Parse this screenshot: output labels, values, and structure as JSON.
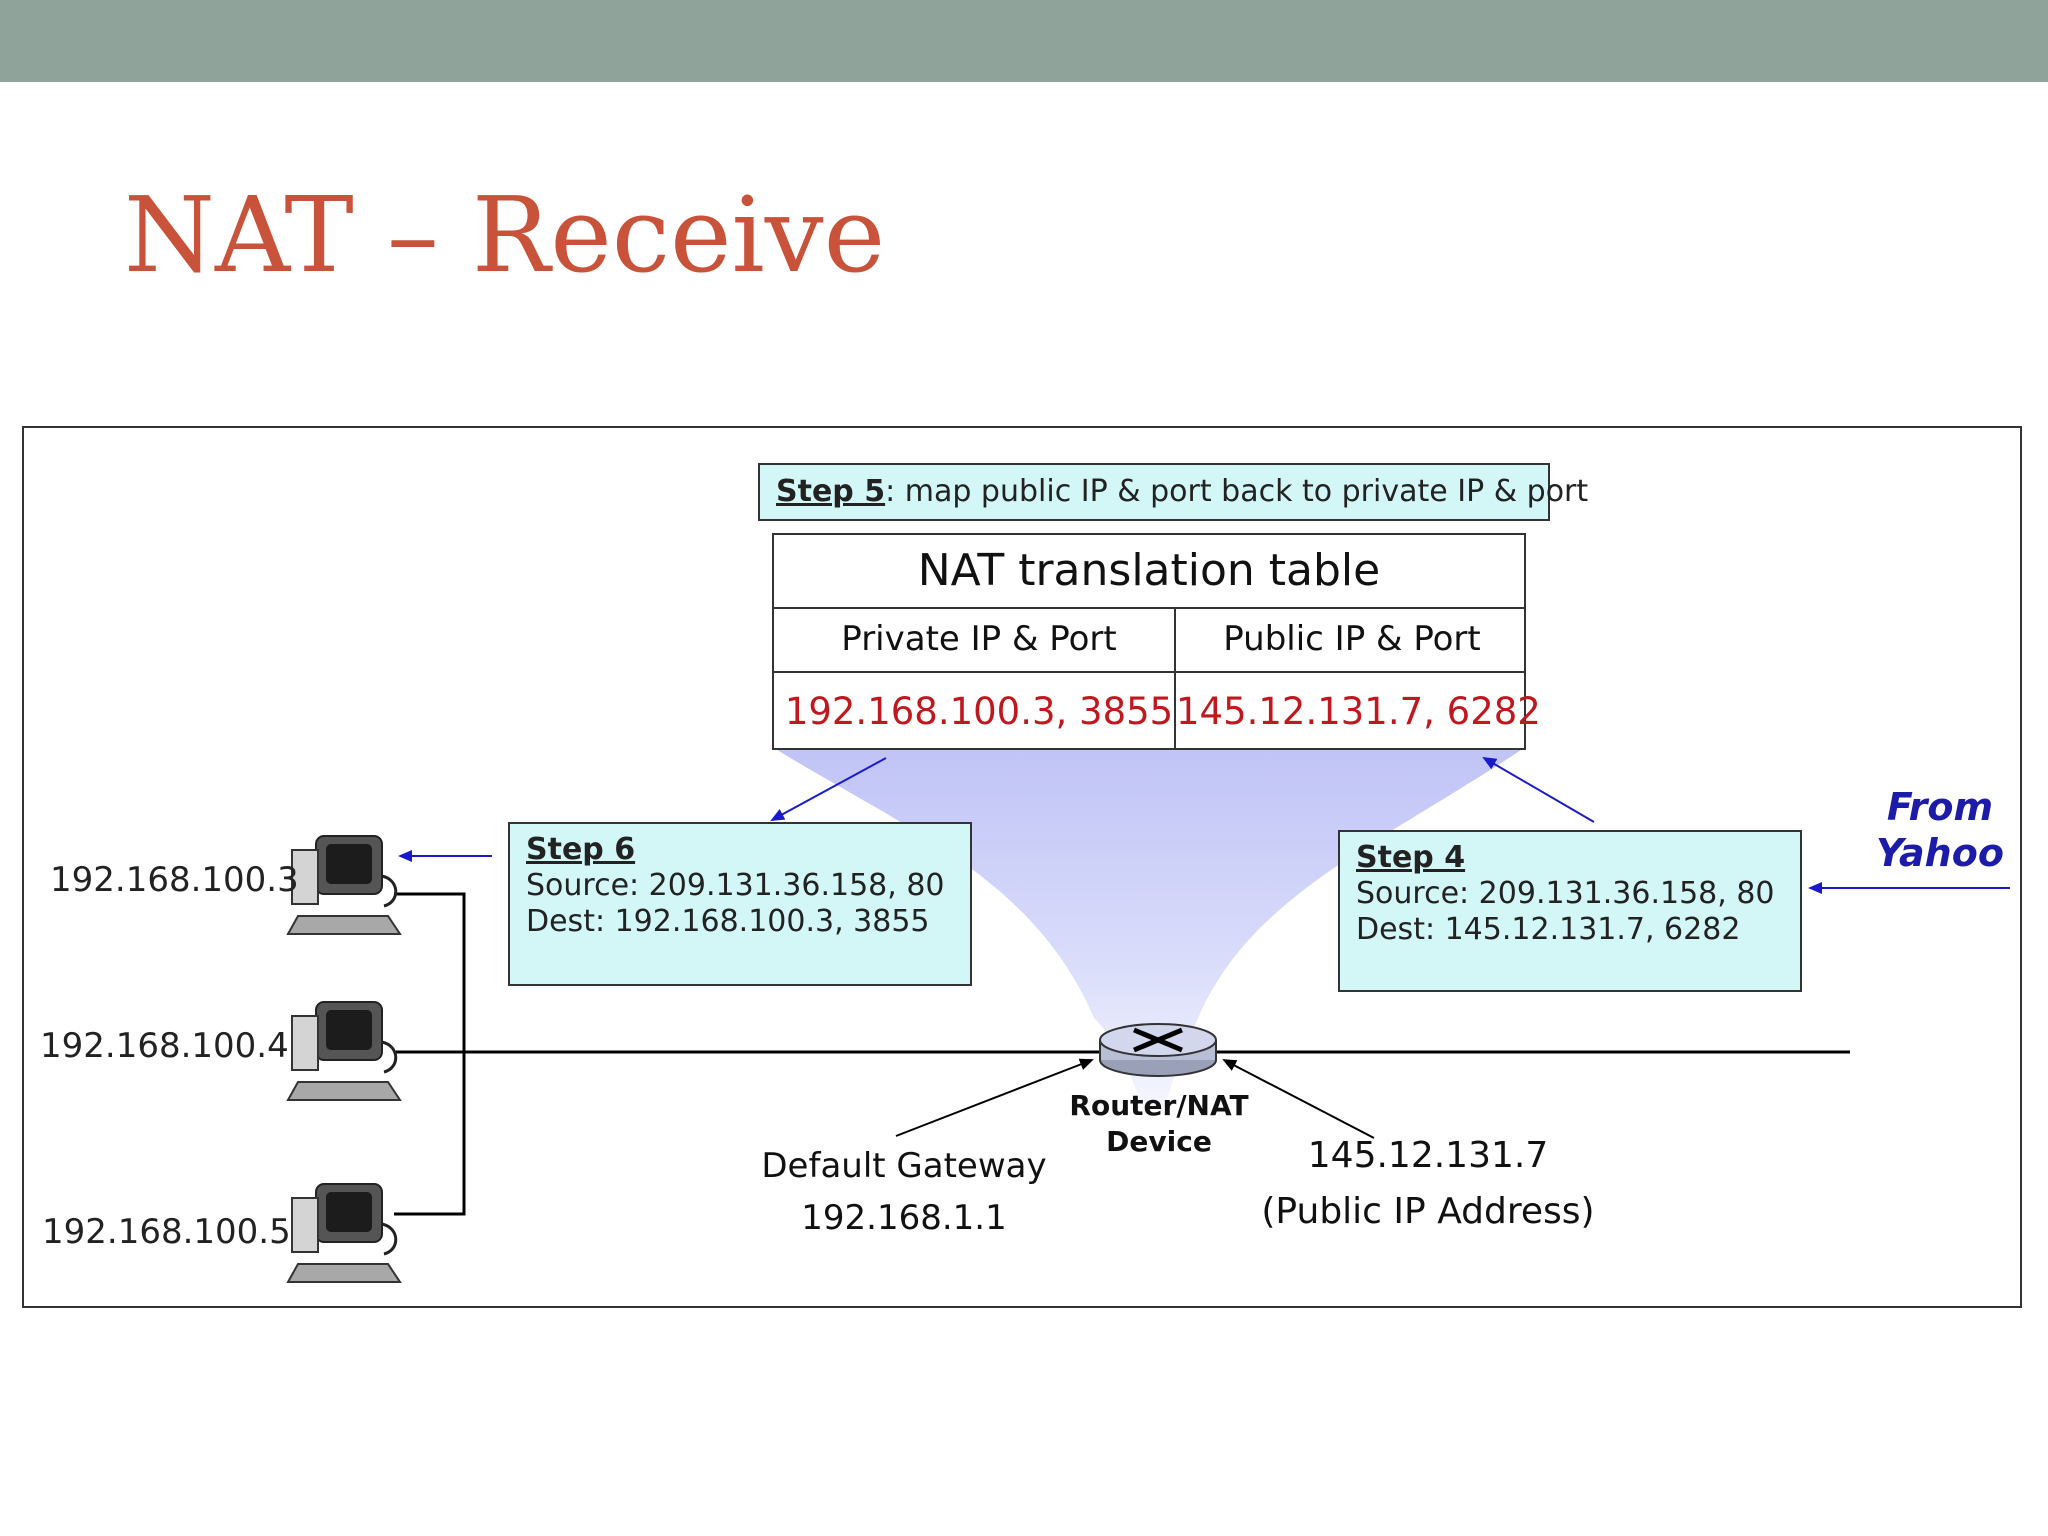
{
  "slide": {
    "title": "NAT – Receive"
  },
  "diagram": {
    "step5": {
      "label": "Step 5",
      "text": ": map public IP & port back to private IP & port"
    },
    "nat_table": {
      "title": "NAT translation table",
      "columns": [
        "Private IP & Port",
        "Public IP & Port"
      ],
      "rows": [
        [
          "192.168.100.3, 3855",
          "145.12.131.7, 6282"
        ]
      ]
    },
    "step6": {
      "label": "Step 6",
      "source": "Source: 209.131.36.158, 80",
      "dest": "Dest: 192.168.100.3, 3855"
    },
    "step4": {
      "label": "Step 4",
      "source": "Source: 209.131.36.158, 80",
      "dest": "Dest: 145.12.131.7, 6282"
    },
    "hosts": [
      "192.168.100.3",
      "192.168.100.4",
      "192.168.100.5"
    ],
    "router": {
      "line1": "Router/NAT",
      "line2": "Device"
    },
    "gateway": {
      "line1": "Default Gateway",
      "line2": "192.168.1.1"
    },
    "public_ip": {
      "line1": "145.12.131.7",
      "line2": "(Public IP Address)"
    },
    "from": {
      "line1": "From",
      "line2": "Yahoo"
    },
    "colors": {
      "title": "#c8523a",
      "topbar": "#8fa39a",
      "step_box": "#d3f6f7",
      "table_values": "#c0181f",
      "arrows": "#1a1acc",
      "from_text": "#1c1ca8"
    }
  }
}
